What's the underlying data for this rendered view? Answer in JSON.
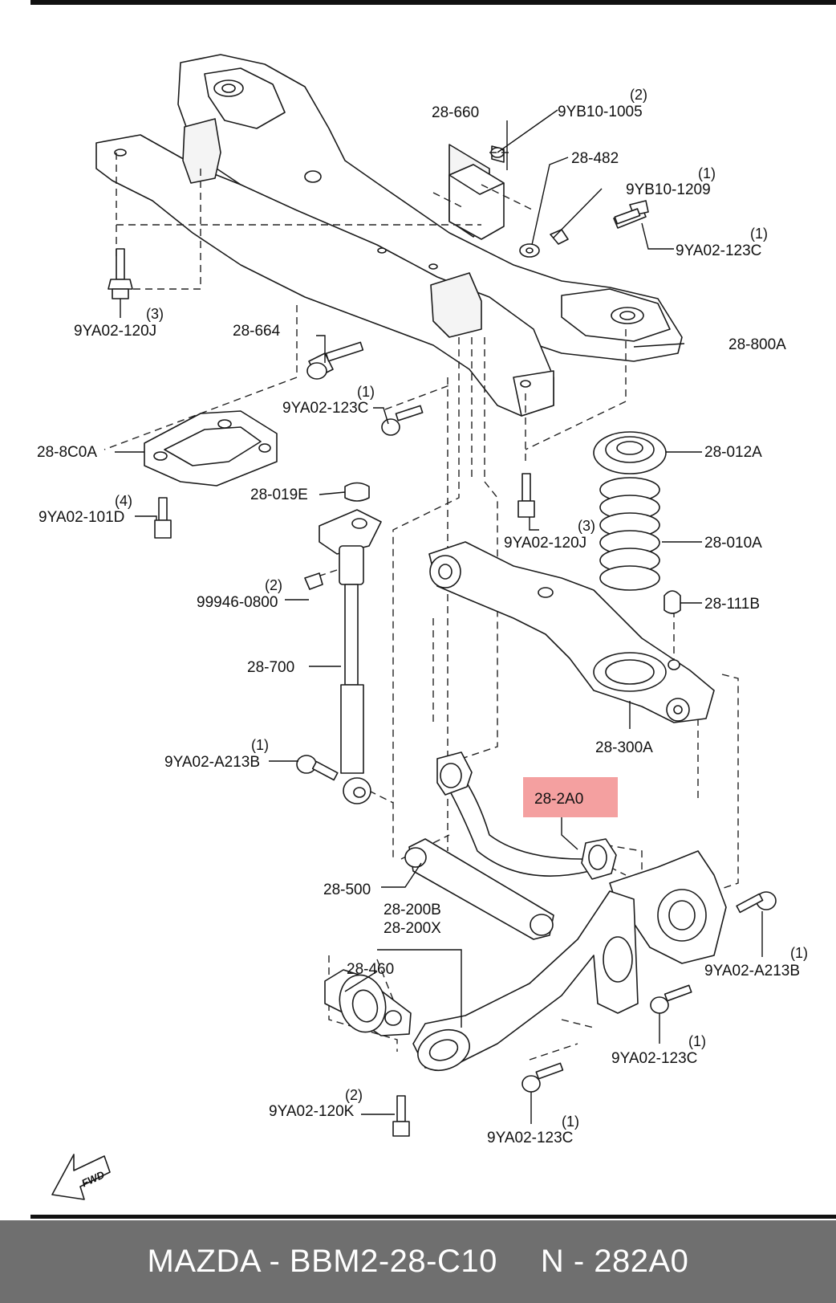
{
  "labels": {
    "p28_660": "28-660",
    "p9yb10_1005": "9YB10-1005",
    "q9yb10_1005": "(2)",
    "p28_482": "28-482",
    "p9yb10_1209": "9YB10-1209",
    "q9yb10_1209": "(1)",
    "p9ya02_123c_a": "9YA02-123C",
    "q9ya02_123c_a": "(1)",
    "p28_800a": "28-800A",
    "p9ya02_120j_a": "9YA02-120J",
    "q9ya02_120j_a": "(3)",
    "p28_664": "28-664",
    "p9ya02_123c_b": "9YA02-123C",
    "q9ya02_123c_b": "(1)",
    "p28_8c0a": "28-8C0A",
    "p28_012a": "28-012A",
    "p28_019e": "28-019E",
    "p9ya02_101d": "9YA02-101D",
    "q9ya02_101d": "(4)",
    "p9ya02_120j_b": "9YA02-120J",
    "q9ya02_120j_b": "(3)",
    "p28_010a": "28-010A",
    "p99946_0800": "99946-0800",
    "q99946_0800": "(2)",
    "p28_111b": "28-111B",
    "p28_700": "28-700",
    "p28_300a": "28-300A",
    "p9ya02_a213b_a": "9YA02-A213B",
    "q9ya02_a213b_a": "(1)",
    "p28_2a0": "28-2A0",
    "p28_500": "28-500",
    "p28_200b": "28-200B",
    "p28_200x": "28-200X",
    "p28_460": "28-460",
    "p9ya02_a213b_b": "9YA02-A213B",
    "q9ya02_a213b_b": "(1)",
    "p9ya02_123c_c": "9YA02-123C",
    "q9ya02_123c_c": "(1)",
    "p9ya02_120k": "9YA02-120K",
    "q9ya02_120k": "(2)",
    "p9ya02_123c_d": "9YA02-123C",
    "q9ya02_123c_d": "(1)",
    "fwd": "FWD"
  },
  "highlight": {
    "part": "28-2A0",
    "color": "#f4a0a0"
  },
  "footer": {
    "left": "MAZDA - BBM2-28-C10",
    "right": "N - 282A0",
    "background": "#6f6f6f",
    "text_color": "#ffffff"
  }
}
